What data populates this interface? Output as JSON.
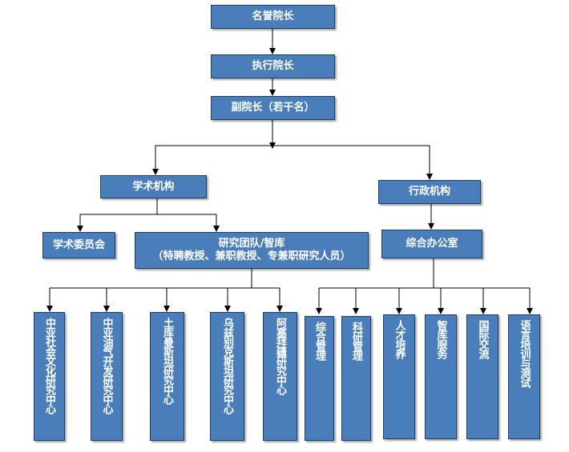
{
  "colors": {
    "box_fill": "#4a7ebb",
    "box_border": "#1f3d66",
    "line": "#000000",
    "text": "#ffffff"
  },
  "top": {
    "honorary_dean": "名誉院长",
    "executive_dean": "执行院长",
    "vice_dean": "副院长（若干名）"
  },
  "academic": {
    "title": "学术机构",
    "committee": "学术委员会",
    "team_line1": "研究团队/智库",
    "team_line2": "（特聘教授、兼职教授、专兼职研究人员）",
    "centers": [
      "中亚社会文化研究中心",
      "中亚油气开发研究中心",
      "土库曼斯坦研究中心",
      "乌兹别克斯坦研究中心",
      "阿塞拜疆研究中心"
    ]
  },
  "admin": {
    "title": "行政机构",
    "office": "综合办公室",
    "units": [
      "综合管理",
      "科研管理",
      "人才培养",
      "智库服务",
      "国际交流",
      "语言培训与测试"
    ]
  }
}
